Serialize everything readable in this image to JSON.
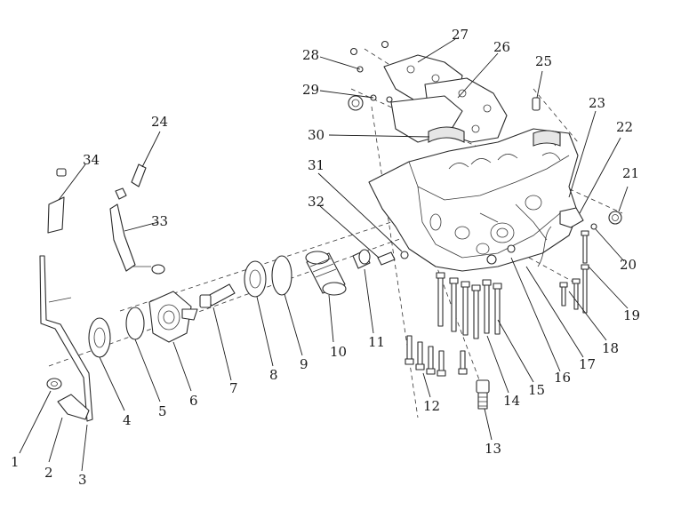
{
  "diagram": {
    "type": "exploded-parts",
    "callouts": [
      "1",
      "2",
      "3",
      "4",
      "5",
      "6",
      "7",
      "8",
      "9",
      "10",
      "11",
      "12",
      "13",
      "14",
      "15",
      "16",
      "17",
      "18",
      "19",
      "20",
      "21",
      "22",
      "23",
      "24",
      "25",
      "26",
      "27",
      "28",
      "29",
      "30",
      "31",
      "32",
      "33",
      "34"
    ]
  }
}
